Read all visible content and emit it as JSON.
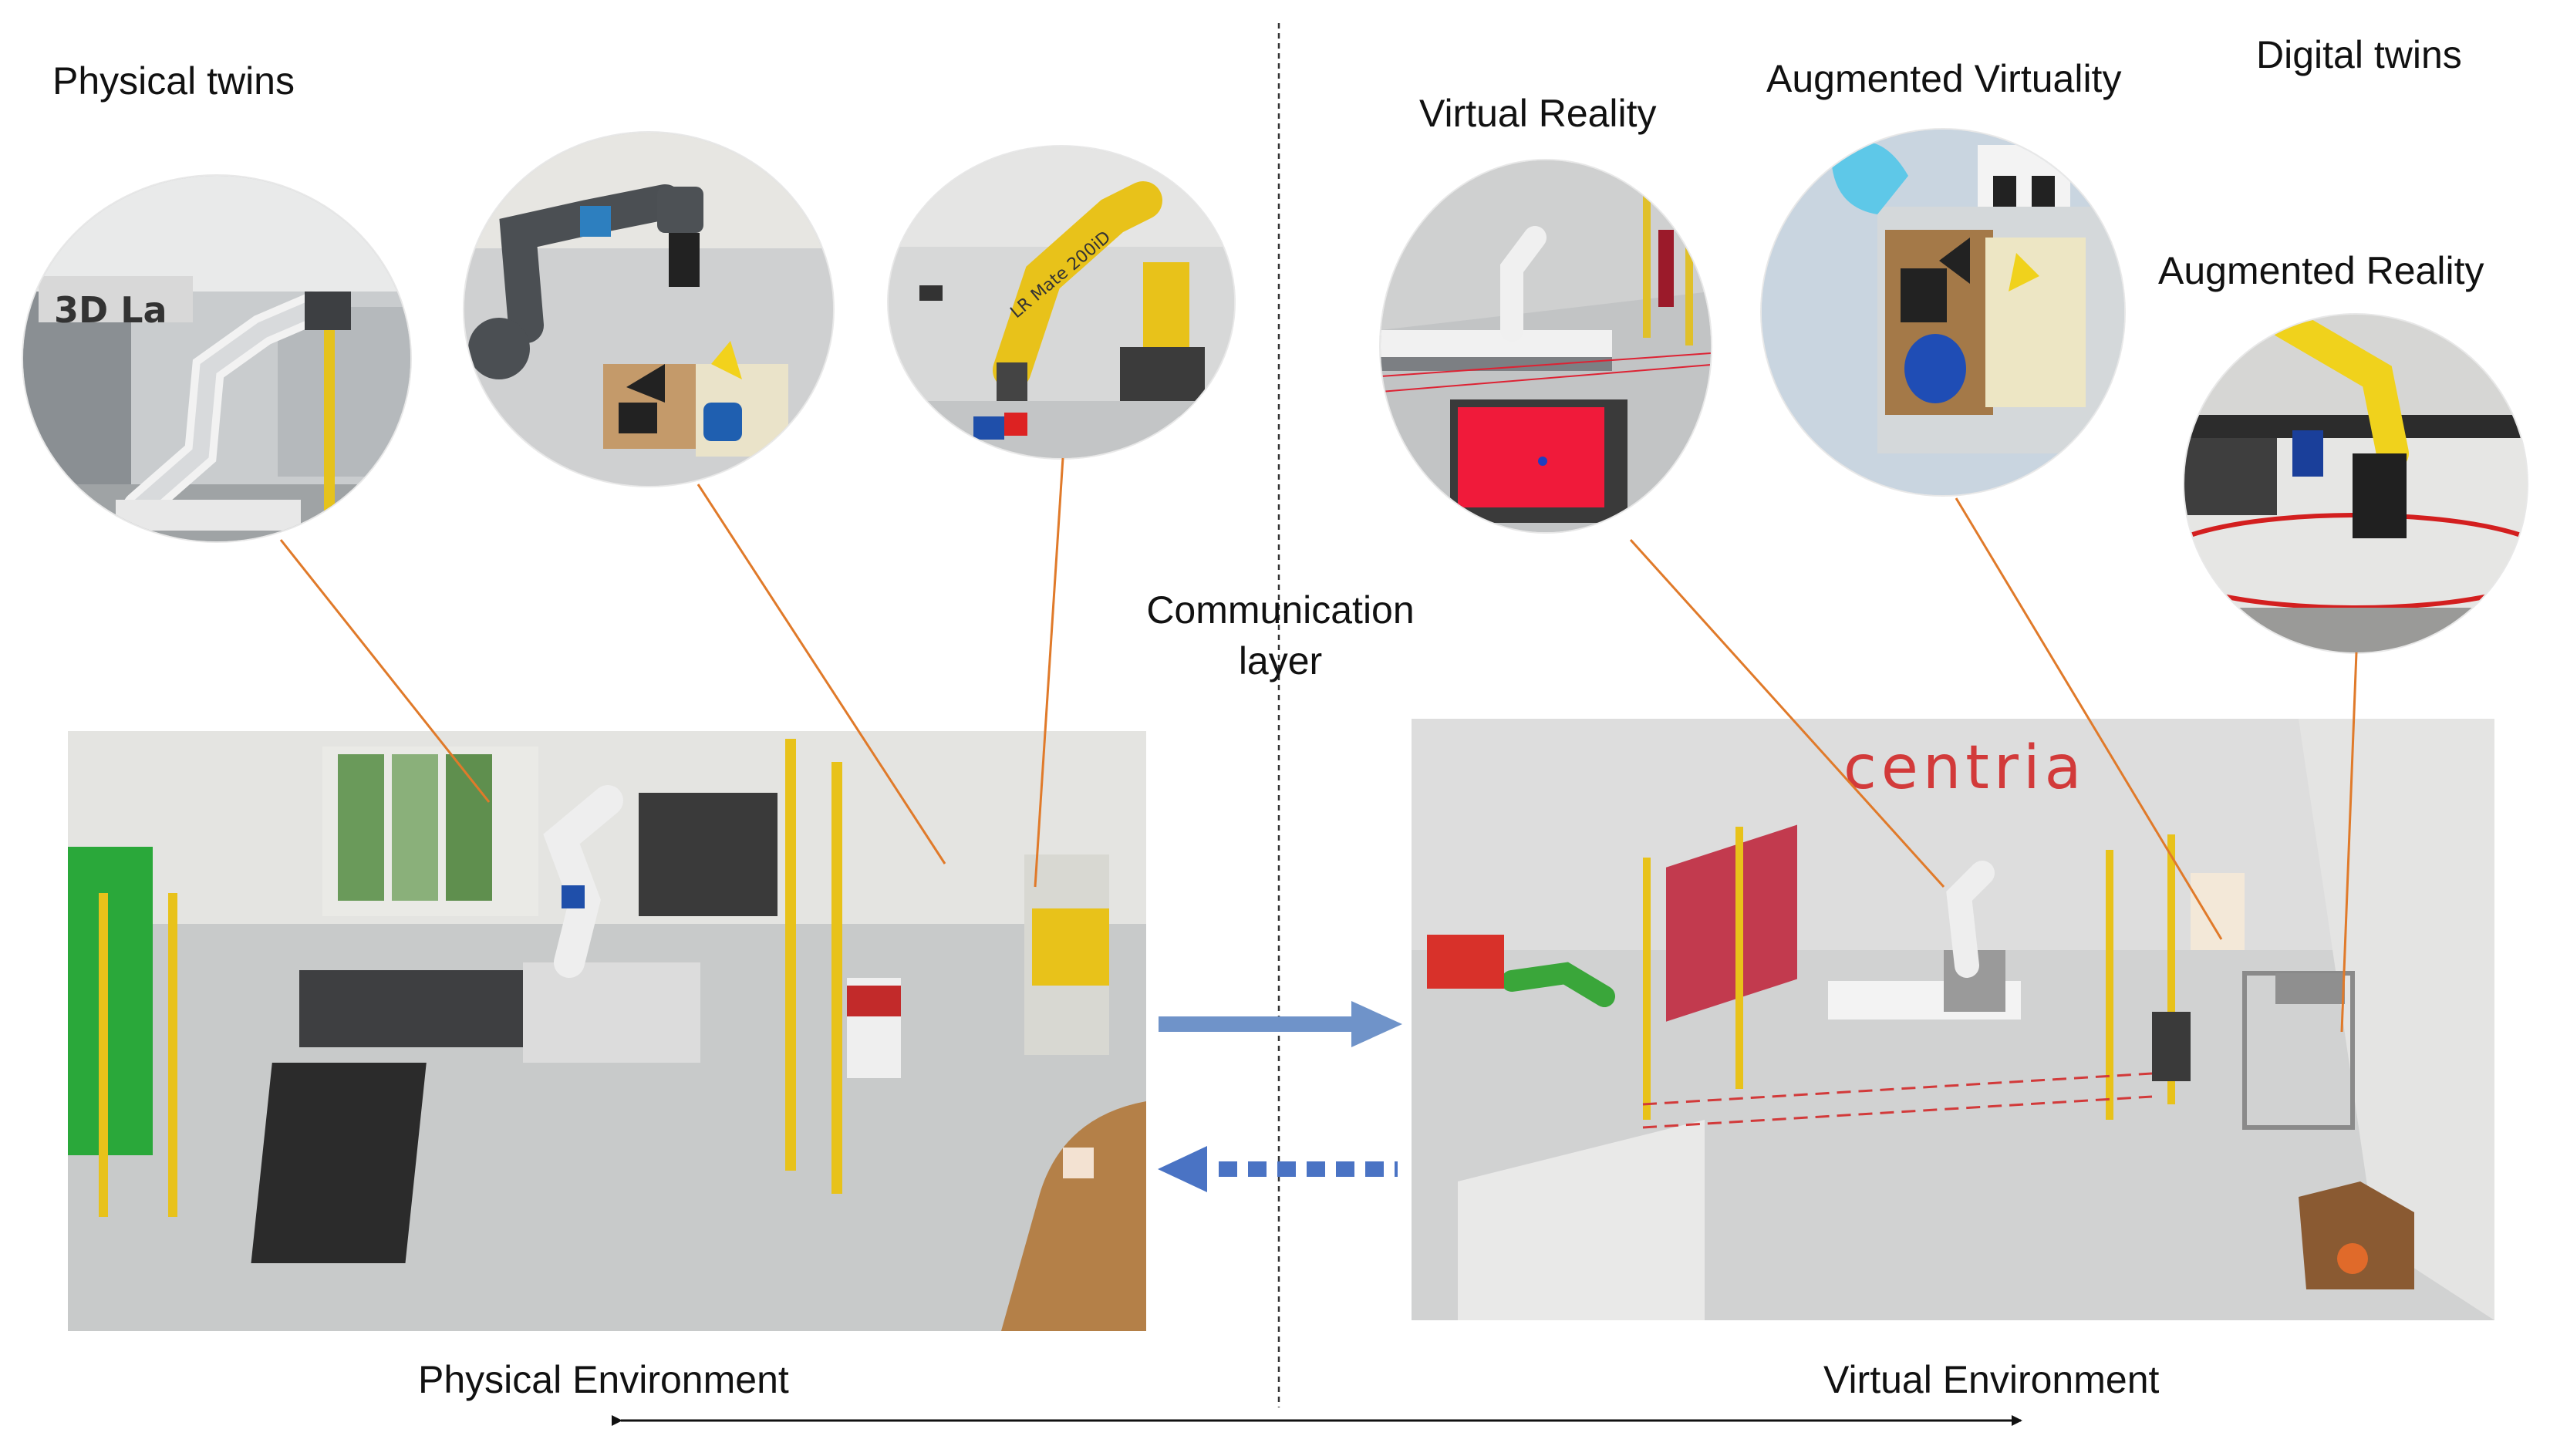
{
  "labels": {
    "physical_twins": "Physical twins",
    "virtual_reality": "Virtual Reality",
    "augmented_virtuality": "Augmented Virtuality",
    "digital_twins": "Digital twins",
    "augmented_reality": "Augmented Reality",
    "communication_line1": "Communication",
    "communication_line2": "layer",
    "physical_environment": "Physical Environment",
    "virtual_environment": "Virtual Environment"
  },
  "scene_text": {
    "centria_logo": "centria",
    "lab_sign": "3D La",
    "robot_brand": "LR Mate 200iD"
  },
  "colors": {
    "connector": "#e07a2a",
    "arrow_blue": "#6f93c9",
    "arrow_blue_dashed": "#4a73c4",
    "divider": "#333333",
    "robot_yellow": "#e8c21a",
    "safety_red": "#c23a4e"
  }
}
